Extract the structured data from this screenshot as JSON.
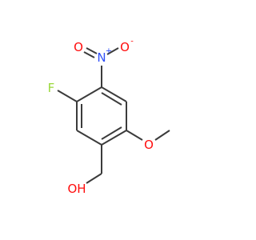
{
  "molecule": {
    "atoms": [
      {
        "id": "F",
        "label": "F",
        "color": "#9ad83a",
        "charge": ""
      },
      {
        "id": "N",
        "label": "N",
        "color": "#3050f8",
        "charge": "+"
      },
      {
        "id": "O1",
        "label": "O",
        "color": "#ff0d0d",
        "charge": ""
      },
      {
        "id": "O2",
        "label": "O",
        "color": "#ff0d0d",
        "charge": "-"
      },
      {
        "id": "O3",
        "label": "O",
        "color": "#ff0d0d",
        "charge": ""
      },
      {
        "id": "OH",
        "label": "OH",
        "color": "#ff0d0d",
        "charge": ""
      }
    ],
    "bond_color": "#3b3b3b"
  }
}
